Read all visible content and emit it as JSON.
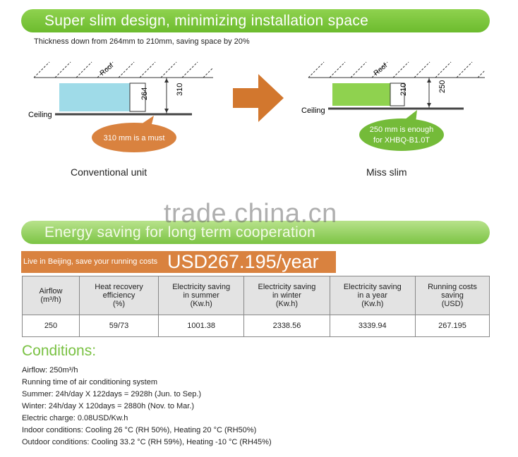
{
  "section1": {
    "title": "Super slim design, minimizing installation space",
    "subtitle": "Thickness down from 264mm to 210mm, saving space by 20%"
  },
  "conventional": {
    "roof_label": "Roof",
    "ceiling_label": "Ceiling",
    "unit_dim": "264",
    "space_dim": "310",
    "bubble": "310 mm is a must",
    "caption": "Conventional unit",
    "unit_color": "#9fdbe8",
    "bubble_color": "#d9823f"
  },
  "missslim": {
    "roof_label": "Roof",
    "ceiling_label": "Ceiling",
    "unit_dim": "210",
    "space_dim": "250",
    "bubble_line1": "250 mm is enough",
    "bubble_line2": "for XHBQ-B1.0T",
    "caption": "Miss slim",
    "unit_color": "#8fd24f",
    "bubble_color": "#74bb39"
  },
  "watermark": "trade.china.cn",
  "section2": {
    "title": "Energy saving for long term cooperation",
    "location_text": "Live in Beijing, save your running costs",
    "cost_text": "USD267.195/year"
  },
  "table": {
    "headers": [
      [
        "Airflow",
        "(m³/h)"
      ],
      [
        "Heat recovery",
        "efficiency",
        "(%)"
      ],
      [
        "Electricity saving",
        "in summer",
        "(Kw.h)"
      ],
      [
        "Electricity saving",
        "in winter",
        "(Kw.h)"
      ],
      [
        "Electricity saving",
        "in a year",
        "(Kw.h)"
      ],
      [
        "Running costs",
        "saving",
        "(USD)"
      ]
    ],
    "rows": [
      [
        "250",
        "59/73",
        "1001.38",
        "2338.56",
        "3339.94",
        "267.195"
      ]
    ]
  },
  "conditions": {
    "title": "Conditions:",
    "lines": [
      "Airflow: 250m³/h",
      "Running time of air conditioning system",
      "Summer: 24h/day X 122days = 2928h (Jun. to Sep.)",
      "Winter: 24h/day X 120days = 2880h (Nov. to Mar.)",
      "Electric charge: 0.08USD/Kw.h",
      "Indoor conditions: Cooling 26 °C (RH 50%), Heating 20 °C (RH50%)",
      "Outdoor conditions: Cooling 33.2 °C (RH 59%),  Heating -10 °C (RH45%)"
    ]
  },
  "colors": {
    "banner_green": "#79c142",
    "orange": "#d9823f",
    "table_header_bg": "#e3e3e3"
  }
}
